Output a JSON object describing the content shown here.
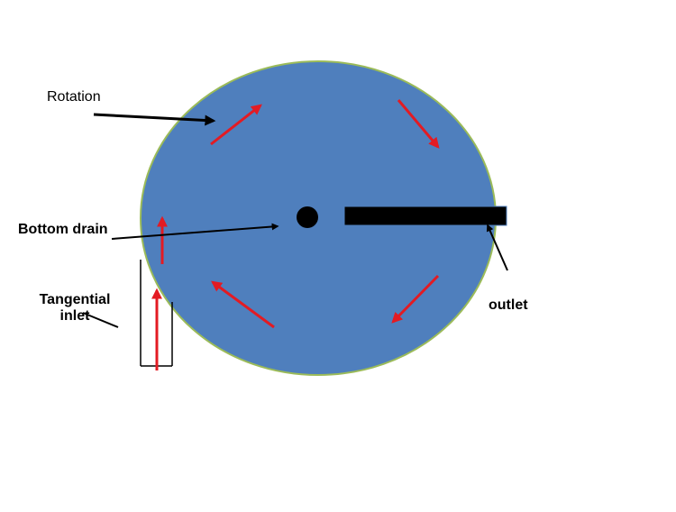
{
  "labels": {
    "rotation": "Rotation",
    "bottom_drain": "Bottom drain",
    "tangential_inlet_line1": "Tangential",
    "tangential_inlet_line2": "inlet",
    "outlet": "outlet"
  },
  "colors": {
    "tank_fill": "#4f7fbd",
    "tank_border": "#9bbb59",
    "flow_arrow": "#e31b23",
    "pointer_arrow": "#000000",
    "drain": "#000000",
    "outlet_pipe": "#000000"
  },
  "icons": {
    "flow": "red-arrow",
    "pointer": "black-arrow"
  }
}
